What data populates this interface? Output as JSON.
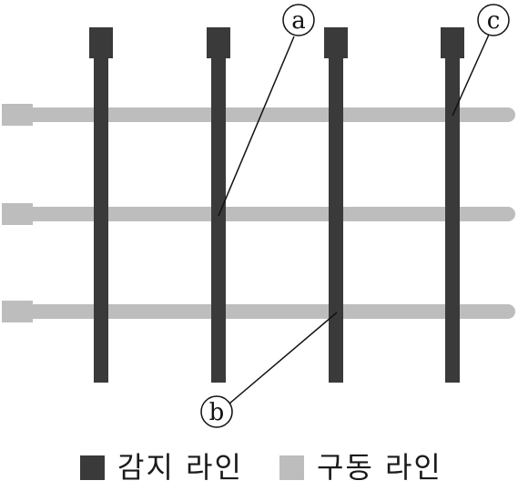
{
  "colors": {
    "sensing": "#3a3a3a",
    "driving": "#bdbdbd",
    "callout_stroke": "#111111",
    "background": "#ffffff"
  },
  "callouts": [
    {
      "id": "a",
      "label": "a"
    },
    {
      "id": "b",
      "label": "b"
    },
    {
      "id": "c",
      "label": "c"
    }
  ],
  "legend": [
    {
      "key": "sensing",
      "label": "감지 라인"
    },
    {
      "key": "driving",
      "label": "구동 라인"
    }
  ]
}
